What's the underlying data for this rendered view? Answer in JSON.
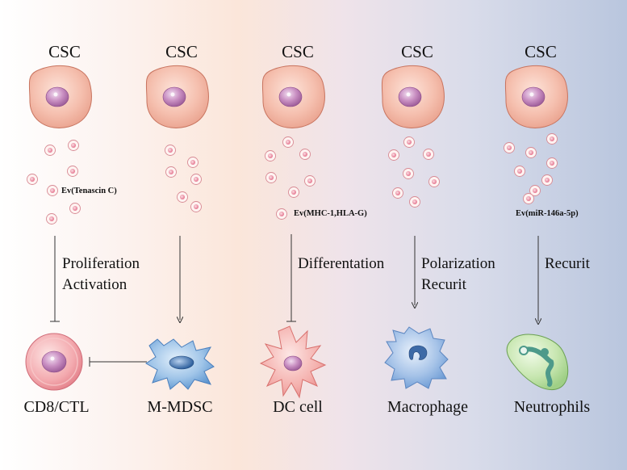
{
  "columns": [
    {
      "source_label": "CSC",
      "ev_label": "Ev(Tenascin C)",
      "process": [
        "Proliferation",
        "Activation"
      ],
      "target_label": "CD8/CTL"
    },
    {
      "source_label": "CSC",
      "ev_label": "",
      "process": [],
      "target_label": "M-MDSC"
    },
    {
      "source_label": "CSC",
      "ev_label": "Ev(MHC-1,HLA-G)",
      "process": [
        "Differentation"
      ],
      "target_label": "DC cell"
    },
    {
      "source_label": "CSC",
      "ev_label": "",
      "process": [
        "Polarization",
        "Recurit"
      ],
      "target_label": "Macrophage"
    },
    {
      "source_label": "CSC",
      "ev_label": "Ev(miR-146a-5p)",
      "process": [
        "Recurit"
      ],
      "target_label": "Neutrophils"
    }
  ],
  "colors": {
    "csc_fill": "#f2b7a4",
    "nucleus": "#c890c0",
    "vesicle": "#e06a8a",
    "mdsc": "#7fb0dc",
    "macrophage": "#8fb3dd",
    "neutrophil": "#b8dca0"
  }
}
